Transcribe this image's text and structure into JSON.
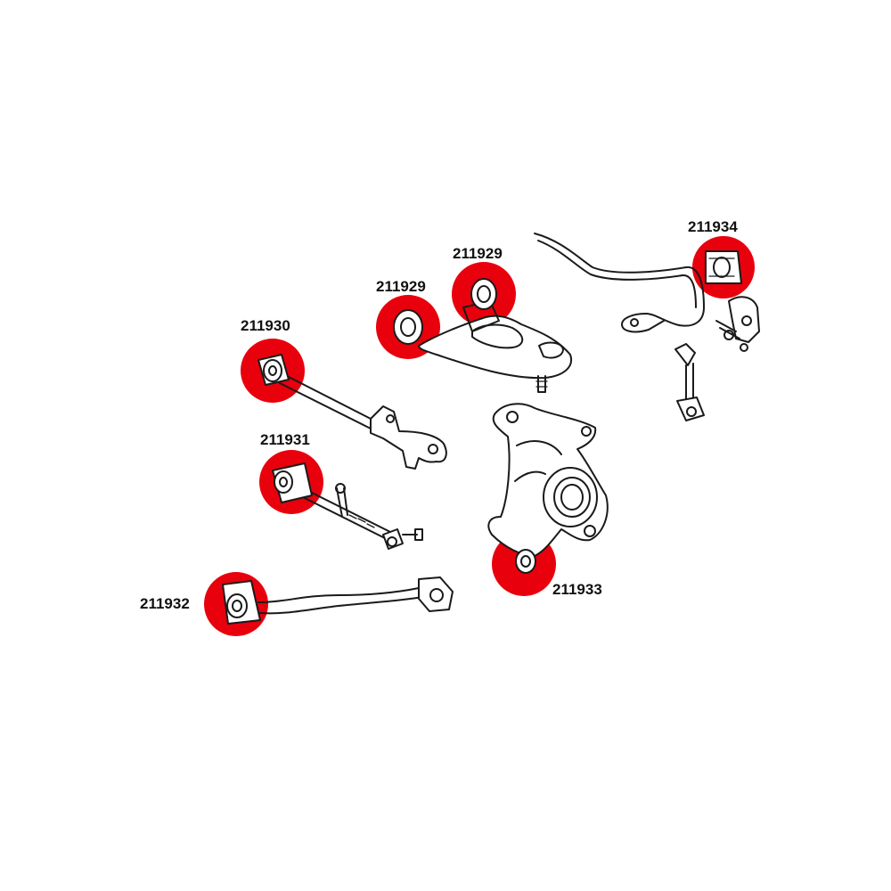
{
  "colors": {
    "highlight": "#e8000d",
    "line": "#1a1a1a",
    "background": "#ffffff"
  },
  "labels": {
    "upper_arm_rear": "211929",
    "upper_arm_front": "211929",
    "arm_211930": "211930",
    "arm_211931": "211931",
    "arm_211932": "211932",
    "knuckle": "211933",
    "stabilizer": "211934"
  }
}
